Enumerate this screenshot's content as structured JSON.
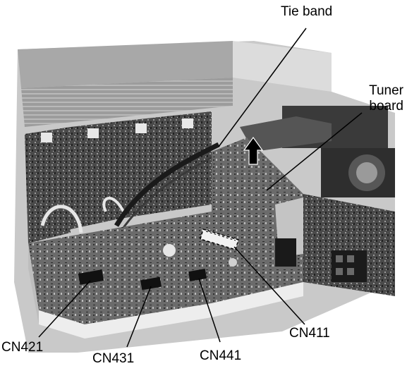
{
  "figure": {
    "labels": {
      "tie_band": "Tie band",
      "tuner_board_line1": "Tuner",
      "tuner_board_line2": "board",
      "cn421": "CN421",
      "cn431": "CN431",
      "cn441": "CN441",
      "cn411": "CN411"
    },
    "colors": {
      "background": "#ffffff",
      "line": "#000000",
      "photo_dark": "#2a2a2a",
      "photo_mid": "#8a8a8a",
      "photo_light": "#d8d8d8"
    }
  }
}
